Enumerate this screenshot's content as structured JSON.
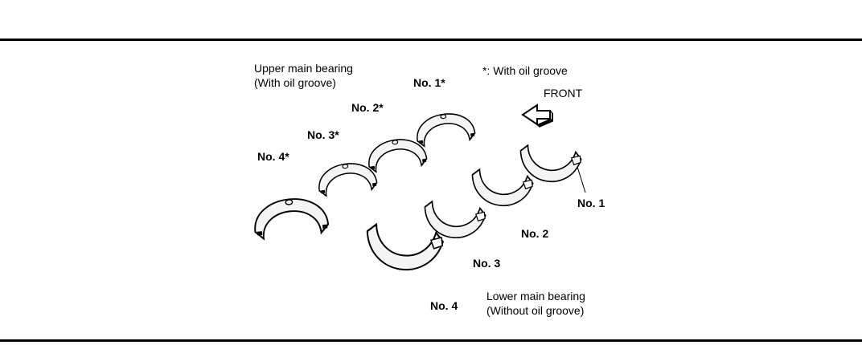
{
  "header": {
    "upper_title_line1": "Upper main bearing",
    "upper_title_line2": "(With oil groove)",
    "legend": "*: With oil groove",
    "front": "FRONT"
  },
  "upper_bearings": [
    {
      "label": "No. 1*"
    },
    {
      "label": "No. 2*"
    },
    {
      "label": "No. 3*"
    },
    {
      "label": "No. 4*"
    }
  ],
  "lower_bearings": [
    {
      "label": "No. 1"
    },
    {
      "label": "No. 2"
    },
    {
      "label": "No. 3"
    },
    {
      "label": "No. 4"
    }
  ],
  "footer": {
    "lower_title_line1": "Lower main bearing",
    "lower_title_line2": "(Without oil groove)"
  }
}
